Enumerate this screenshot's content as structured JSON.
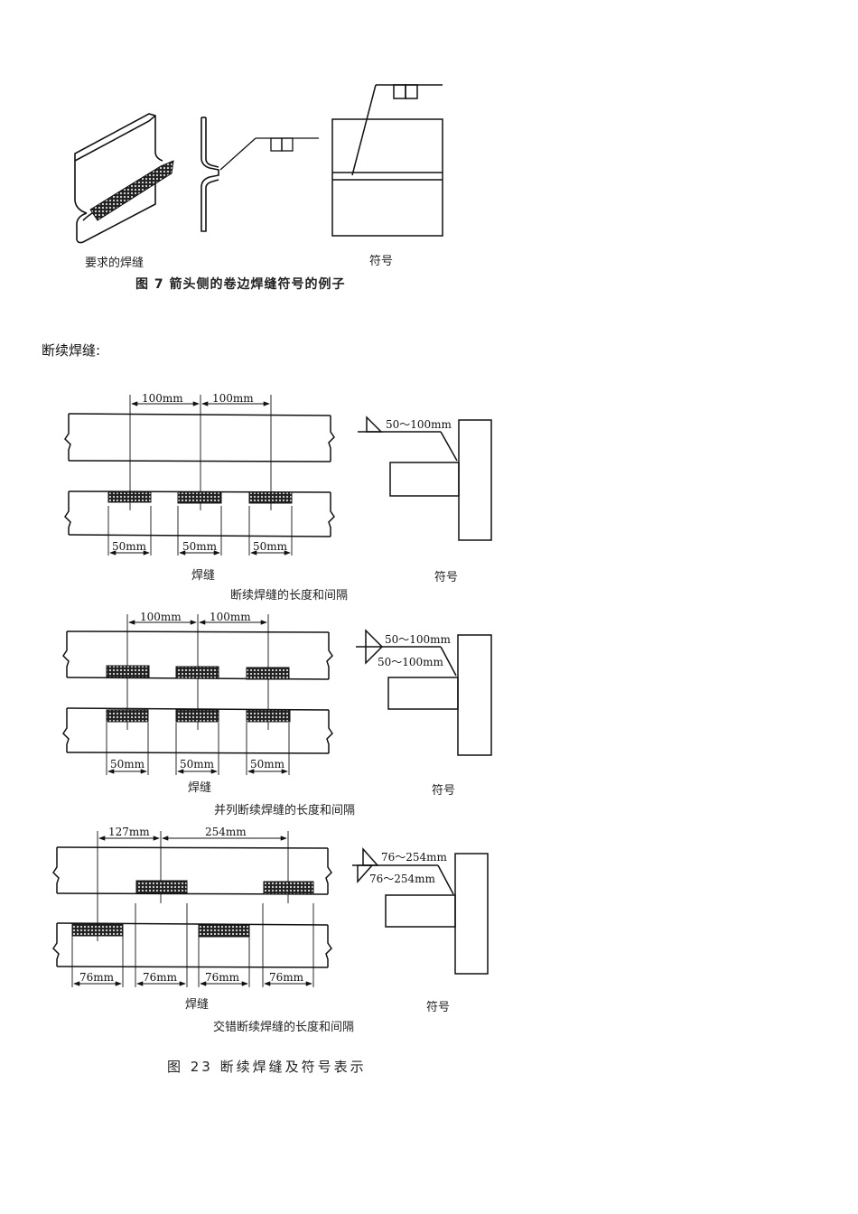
{
  "figure7": {
    "label_left": "要求的焊缝",
    "label_right": "符号",
    "caption": "图 7  箭头侧的卷边焊缝符号的例子"
  },
  "section_heading": "断续焊缝:",
  "figure23": {
    "panel1": {
      "pitch_labels": [
        "100mm",
        "100mm"
      ],
      "length_labels": [
        "50mm",
        "50mm",
        "50mm"
      ],
      "weld_label": "焊缝",
      "symbol_label": "符号",
      "symbol_text": "50～100mm",
      "caption": "断续焊缝的长度和间隔"
    },
    "panel2": {
      "pitch_labels": [
        "100mm",
        "100mm"
      ],
      "length_labels": [
        "50mm",
        "50mm",
        "50mm"
      ],
      "weld_label": "焊缝",
      "symbol_label": "符号",
      "symbol_text_top": "50～100mm",
      "symbol_text_bottom": "50～100mm",
      "caption": "并列断续焊缝的长度和间隔"
    },
    "panel3": {
      "pitch_labels": [
        "127mm",
        "254mm"
      ],
      "length_labels": [
        "76mm",
        "76mm",
        "76mm",
        "76mm"
      ],
      "weld_label": "焊缝",
      "symbol_label": "符号",
      "symbol_text_top": "76～254mm",
      "symbol_text_bottom": "76～254mm",
      "caption": "交错断续焊缝的长度和间隔"
    },
    "caption": "图 23    断续焊缝及符号表示"
  }
}
